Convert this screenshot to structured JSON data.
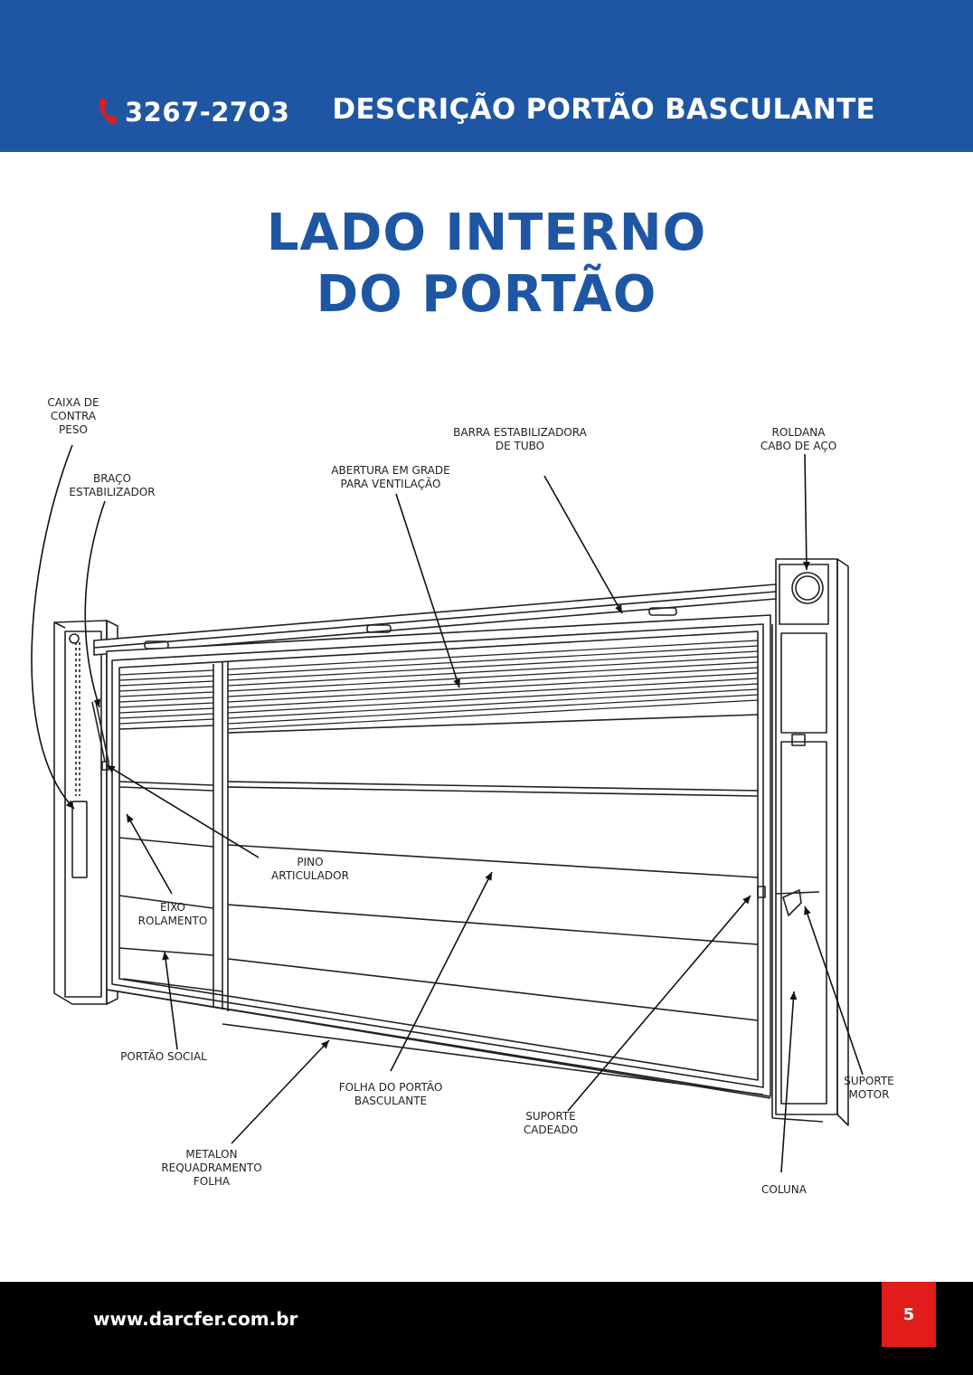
{
  "header": {
    "phone": "3267-27O3",
    "title": "DESCRIÇÃO PORTÃO BASCULANTE",
    "icon": "phone-icon",
    "bg_color": "#1f56a3",
    "icon_color": "#e21b1b"
  },
  "main_title": {
    "line1": "LADO INTERNO",
    "line2": "DO PORTÃO"
  },
  "labels": {
    "caixa_contra_peso": "CAIXA DE\nCONTRA\nPESO",
    "braco_estabilizador": "BRAÇO\nESTABILIZADOR",
    "abertura_grade": "ABERTURA EM GRADE\nPARA VENTILAÇÃO",
    "barra_estabilizadora": "BARRA ESTABILIZADORA\nDE TUBO",
    "roldana": "ROLDANA\nCABO DE AÇO",
    "pino_articulador": "PINO\nARTICULADOR",
    "eixo_rolamento": "EIXO\nROLAMENTO",
    "portao_social": "PORTÃO SOCIAL",
    "folha_portao": "FOLHA DO PORTÃO\nBASCULANTE",
    "metalon": "METALON\nREQUADRAMENTO\nFOLHA",
    "suporte_cadeado": "SUPORTE\nCADEADO",
    "coluna": "COLUNA",
    "suporte_motor": "SUPORTE\nMOTOR"
  },
  "footer": {
    "website": "www.darcfer.com.br",
    "page_number": "5",
    "page_color": "#e21b1b"
  }
}
